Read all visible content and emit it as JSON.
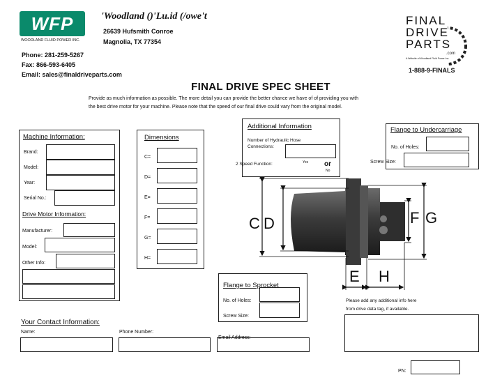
{
  "header": {
    "logo_text": "WFP",
    "logo_tagline": "WOODLAND FLUID POWER INC.",
    "company_name": "'Woodland ()'Lu.id (/owe't",
    "address_line1": "26639 Hufsmith Conroe",
    "address_line2": "Magnolia, TX 77354",
    "phone": "Phone: 281-259-5267",
    "fax": "Fax: 866-593-6405",
    "email": "Email: sales@finaldriveparts.com",
    "brand_line1": "FINAL",
    "brand_line2": "DRIVE",
    "brand_line3": "PARTS",
    "brand_sub": ".com",
    "brand_tagline": "A Website of Woodland Fluid Power Inc.",
    "hotline": "1-888-9-FINALS"
  },
  "title": "FINAL DRIVE SPEC SHEET",
  "intro_line1": "Provide as much information as possible. The more detail you can provide the better chance we have of of providing you with",
  "intro_line2": "the best drive motor for your machine. Please note that the speed of our final drive could vary from the original model.",
  "machine": {
    "heading": "Machine Information:",
    "brand": "Brand:",
    "model": "Model:",
    "year": "Year:",
    "serial": "Serial No.:"
  },
  "motor": {
    "heading": "Drive Motor Information:",
    "manufacturer": "Manufacturer:",
    "model": "Model:",
    "other": "Other Info:"
  },
  "dimensions": {
    "heading": "Dimensions",
    "c": "C=",
    "d": "D=",
    "e": "E=",
    "f": "F=",
    "g": "G=",
    "h": "H="
  },
  "additional": {
    "heading": "Additional Information",
    "hoses_line1": "Number of Hydraulic Hose",
    "hoses_line2": "Connections:",
    "speed": "2 Speed Function:",
    "yes": "Yes",
    "or": "or",
    "no": "No"
  },
  "undercarriage": {
    "heading": "Flange to Undercarriage",
    "holes": "No. of Holes:",
    "screw": "Screw Size:"
  },
  "sprocket": {
    "heading": "Flange to Sprocket",
    "holes": "No. of Holes:",
    "screw": "Screw Size:"
  },
  "diagram_labels": {
    "c": "C",
    "d": "D",
    "e": "E",
    "f": "F",
    "g": "G",
    "h": "H"
  },
  "notes_line1": "Please add any additional info here",
  "notes_line2": "from drive data tag, if available.",
  "contact": {
    "heading": "Your Contact Information:",
    "name": "Name:",
    "phone": "Phone Number:",
    "email": "Email Address:"
  },
  "pn": "PN:"
}
